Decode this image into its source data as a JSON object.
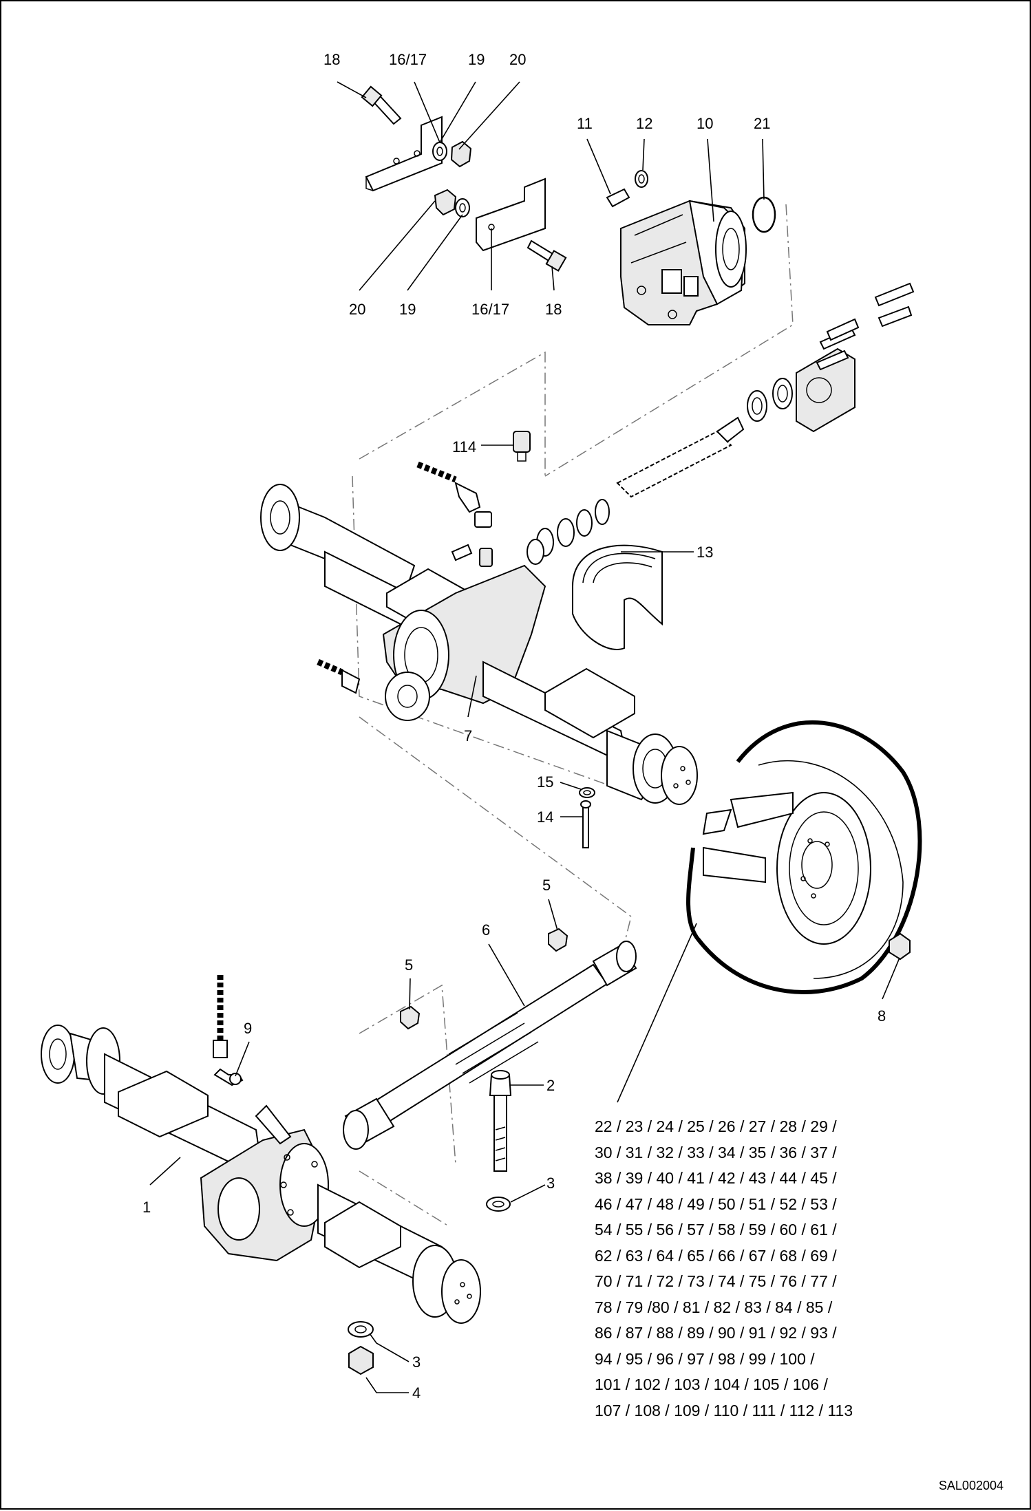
{
  "drawing_ref": "SAL002004",
  "callouts": {
    "c1": "1",
    "c2": "2",
    "c3a": "3",
    "c3b": "3",
    "c4": "4",
    "c5a": "5",
    "c5b": "5",
    "c6": "6",
    "c7": "7",
    "c8": "8",
    "c9": "9",
    "c10": "10",
    "c11": "11",
    "c12": "12",
    "c13": "13",
    "c14": "14",
    "c15": "15",
    "c18a": "18",
    "c18b": "18",
    "c1617a": "16/17",
    "c1617b": "16/17",
    "c19a": "19",
    "c19b": "19",
    "c20a": "20",
    "c20b": "20",
    "c21": "21",
    "c114": "114"
  },
  "kit_list": [
    "22 / 23 / 24 / 25 / 26 / 27 / 28 / 29 /",
    "30 / 31 / 32 / 33 / 34 / 35 / 36 / 37 /",
    "38 / 39 / 40 / 41 / 42 / 43 / 44 / 45 /",
    "46 / 47 / 48 / 49 / 50 / 51 / 52 / 53 /",
    "54 / 55 / 56 / 57 / 58 / 59 / 60 / 61 /",
    "62 / 63 / 64 / 65 / 66 / 67 / 68 / 69 /",
    "70 / 71 / 72 / 73 / 74 / 75 / 76 / 77 /",
    "78 / 79 /80 / 81 / 82 / 83 / 84 / 85 /",
    "86 / 87 / 88 / 89 / 90 / 91 / 92 / 93 /",
    "94 / 95 / 96 / 97 / 98 / 99 / 100 /",
    "101 / 102 / 103 / 104 / 105 / 106 /",
    "107 / 108 / 109 / 110 / 111 / 112 / 113"
  ]
}
